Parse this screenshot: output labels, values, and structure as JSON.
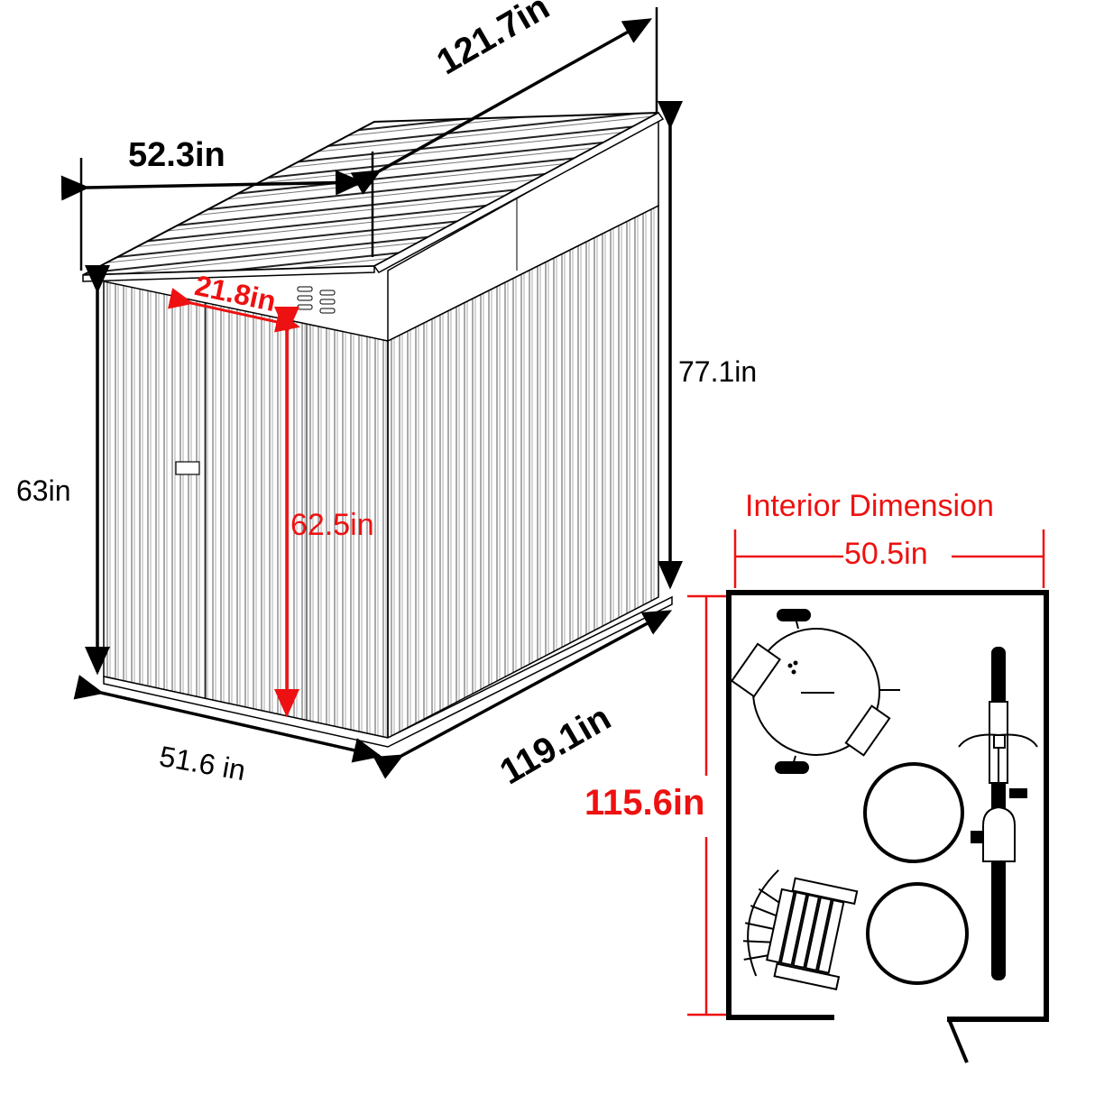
{
  "diagram": {
    "subject": "Lean-to metal storage shed with dimensions",
    "colors": {
      "line": "#000000",
      "accent": "#ee1111",
      "background": "#ffffff"
    }
  },
  "exterior": {
    "roof_length": "121.7in",
    "roof_width": "52.3in",
    "door_width": "21.8in",
    "front_height": "63in",
    "door_height": "62.5in",
    "back_height": "77.1in",
    "base_width": "51.6 in",
    "base_depth": "119.1in"
  },
  "interior": {
    "title": "Interior Dimension",
    "width": "50.5in",
    "depth": "115.6in",
    "items": [
      "grill",
      "tire",
      "tire",
      "bicycle",
      "adirondack-chair"
    ]
  }
}
